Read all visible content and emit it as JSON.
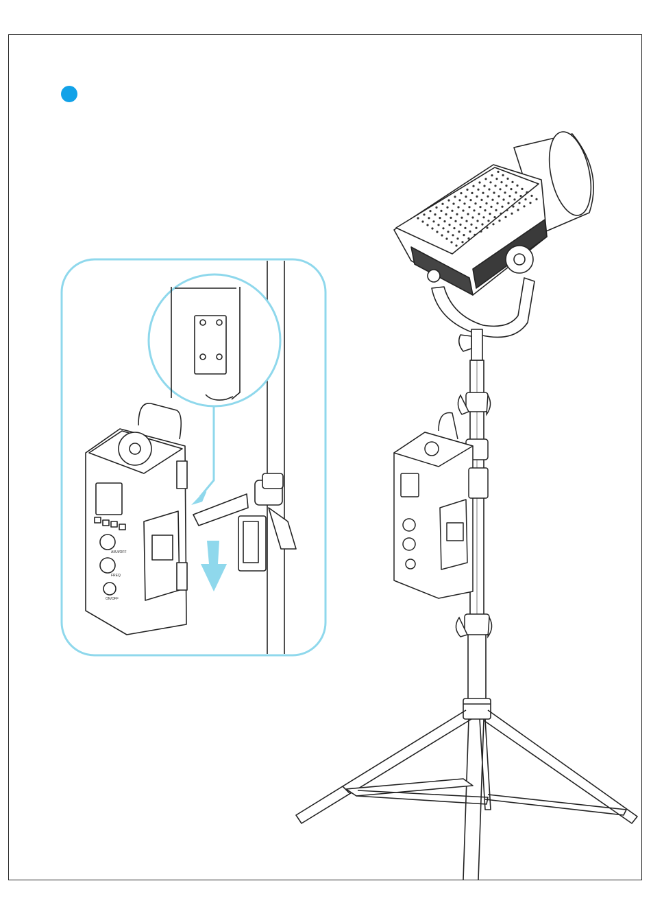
{
  "page": {
    "accent_color": "#12a2e8",
    "callout_color": "#8fd8ec",
    "line_color": "#222222"
  },
  "callout": {
    "device_labels": [
      "AI/UI/OFF",
      "FREQ",
      "ON/OFF"
    ]
  },
  "step_marker": {
    "icon": "filled-circle-icon"
  }
}
